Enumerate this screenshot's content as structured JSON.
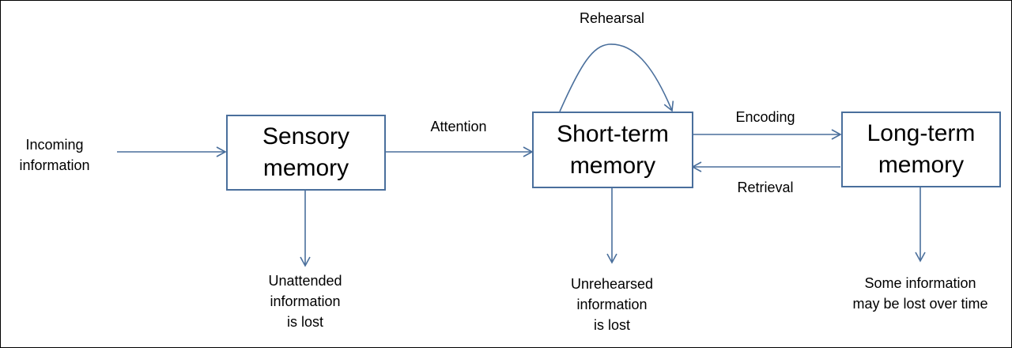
{
  "nodes": {
    "sensory": {
      "line1": "Sensory",
      "line2": "memory"
    },
    "short_term": {
      "line1": "Short-term",
      "line2": "memory"
    },
    "long_term": {
      "line1": "Long-term",
      "line2": "memory"
    }
  },
  "input_label": {
    "line1": "Incoming",
    "line2": "information"
  },
  "edge_labels": {
    "attention": "Attention",
    "rehearsal": "Rehearsal",
    "encoding": "Encoding",
    "retrieval": "Retrieval"
  },
  "loss_labels": {
    "sensory": {
      "line1": "Unattended",
      "line2": "information",
      "line3": "is lost"
    },
    "short_term": {
      "line1": "Unrehearsed",
      "line2": "information",
      "line3": "is lost"
    },
    "long_term": {
      "line1": "Some information",
      "line2": "may be lost over time"
    }
  },
  "colors": {
    "box_border": "#4a6f9c",
    "arrow": "#4a6f9c",
    "text": "#000000"
  }
}
